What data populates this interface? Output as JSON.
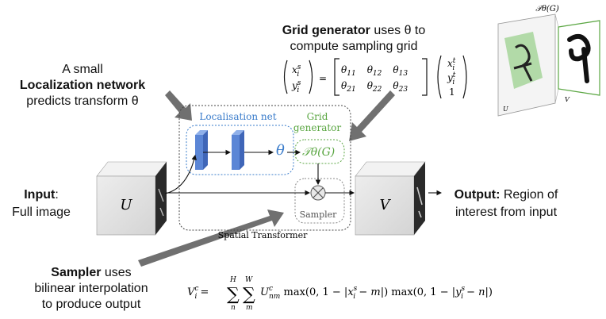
{
  "annotations": {
    "localization": {
      "line1": "A small",
      "line2": "Localization network",
      "line3": "predicts transform θ"
    },
    "grid": {
      "bold": "Grid generator",
      "rest": " uses θ to",
      "line2": "compute sampling grid"
    },
    "input": {
      "bold": "Input",
      "rest": ":",
      "line2": "Full image"
    },
    "output": {
      "bold": "Output:",
      "rest": " Region of",
      "line2": "interest from input"
    },
    "sampler": {
      "bold": "Sampler",
      "rest": " uses",
      "line2": "bilinear interpolation",
      "line3": "to produce output"
    }
  },
  "diagram": {
    "localisation_net": "Localisation net",
    "grid_generator_1": "Grid",
    "grid_generator_2": "generator",
    "sampler": "Sampler",
    "spatial_transformer": "Spatial Transformer",
    "U": "U",
    "V": "V",
    "theta": "θ",
    "T": "𝒯θ(G)",
    "inset_title": "𝒯θ(G)",
    "inset_U": "U",
    "inset_V": "V"
  },
  "equations": {
    "matrix": {
      "lhs": [
        "x_i^s",
        "y_i^s"
      ],
      "theta": [
        [
          "θ11",
          "θ12",
          "θ13"
        ],
        [
          "θ21",
          "θ22",
          "θ23"
        ]
      ],
      "rhs": [
        "x_i^t",
        "y_i^t",
        "1"
      ]
    },
    "sampler_eq": "V_i^c = Σ_n^H Σ_m^W U_nm^c max(0, 1 − |x_i^s − m|) max(0, 1 − |y_i^s − n|)"
  },
  "colors": {
    "blue": "#3a7ccb",
    "green": "#5aa642",
    "block": "#5b86d6",
    "arrow": "#6d6d6d"
  }
}
